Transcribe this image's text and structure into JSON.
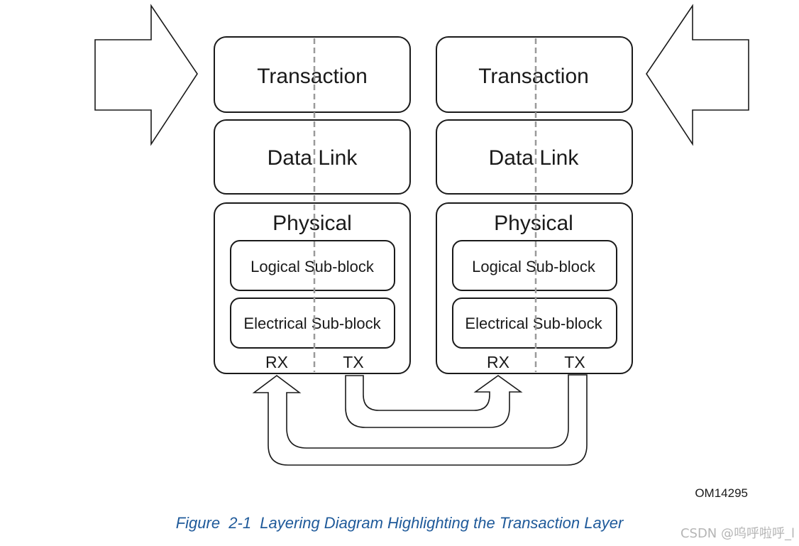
{
  "diagram": {
    "left_stack": {
      "transaction": "Transaction",
      "data_link": "Data Link",
      "physical": "Physical",
      "logical_sub_block": "Logical Sub-block",
      "electrical_sub_block": "Electrical Sub-block",
      "rx": "RX",
      "tx": "TX"
    },
    "right_stack": {
      "transaction": "Transaction",
      "data_link": "Data Link",
      "physical": "Physical",
      "logical_sub_block": "Logical Sub-block",
      "electrical_sub_block": "Electrical Sub-block",
      "rx": "RX",
      "tx": "TX"
    },
    "figure_id": "OM14295"
  },
  "caption": "Figure  2-1  Layering Diagram Highlighting the Transaction Layer",
  "watermark": "CSDN @呜呼啦呼_l",
  "colors": {
    "line": "#1a1a1a",
    "divider": "#9a9a9a",
    "caption": "#1f5a9a",
    "watermark": "#b5b5b5"
  },
  "icons": {
    "left_input": "right-arrow-icon",
    "right_input": "left-arrow-icon",
    "tx_to_rx": "u-turn-up-arrow-icon"
  }
}
